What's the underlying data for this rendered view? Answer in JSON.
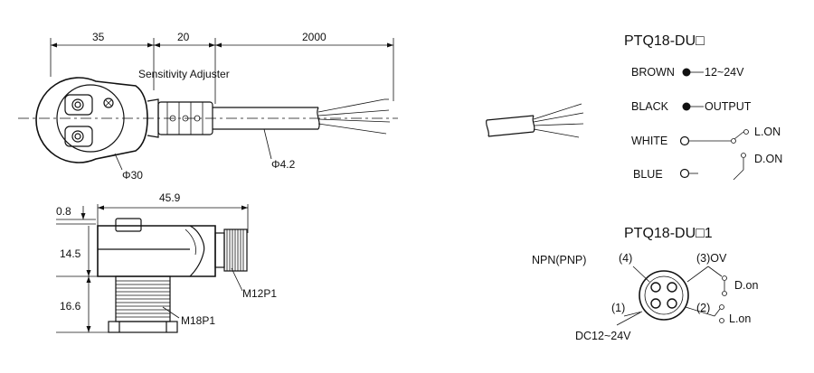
{
  "top_view": {
    "dim_35": "35",
    "dim_20": "20",
    "dim_2000": "2000",
    "sensitivity": "Sensitivity Adjuster",
    "phi30": "Φ30",
    "phi42": "Φ4.2"
  },
  "side_view": {
    "dim_459": "45.9",
    "dim_08": "0.8",
    "dim_145": "14.5",
    "dim_166": "16.6",
    "m12": "M12P1",
    "m18": "M18P1"
  },
  "wiring_cable": {
    "title": "PTQ18-DU□",
    "brown": "BROWN",
    "brown_v": "12~24V",
    "black": "BLACK",
    "black_v": "OUTPUT",
    "white": "WHITE",
    "white_v": "L.ON",
    "blue": "BLUE",
    "blue_v": "D.ON"
  },
  "wiring_connector": {
    "title": "PTQ18-DU□1",
    "npn": "NPN(PNP)",
    "pin4": "(4)",
    "pin3": "(3)OV",
    "pin1": "(1)",
    "pin2": "(2)",
    "don": "D.on",
    "lon": "L.on",
    "dc": "DC12~24V"
  }
}
